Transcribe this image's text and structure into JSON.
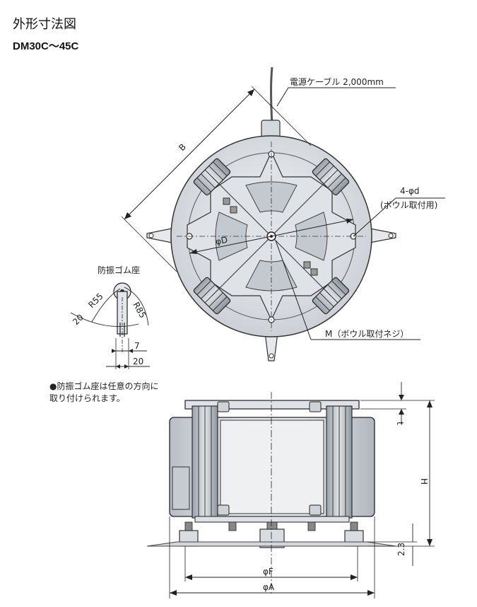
{
  "header": {
    "title": "外形寸法図",
    "model": "DM30C～45C"
  },
  "top_view": {
    "cable_label": "電源ケーブル 2,000mm",
    "dim_b": "B",
    "hole_label_1": "4-φd",
    "hole_label_2": "(ボウル取付用)",
    "dim_d": "φD",
    "screw_label": "M（ボウル取付ネジ）"
  },
  "rubber_mount": {
    "title": "防振ゴム座",
    "r55": "R55",
    "r85": "R85",
    "d20_left": "20",
    "d7": "7",
    "d20_bottom": "20"
  },
  "note": {
    "line1": "●防振ゴム座は任意の方向に",
    "line2": "取り付けられます。"
  },
  "side_view": {
    "dim_t": "t",
    "dim_h": "H",
    "dim_23": "2.3",
    "dim_f": "φF",
    "dim_a": "φA"
  }
}
